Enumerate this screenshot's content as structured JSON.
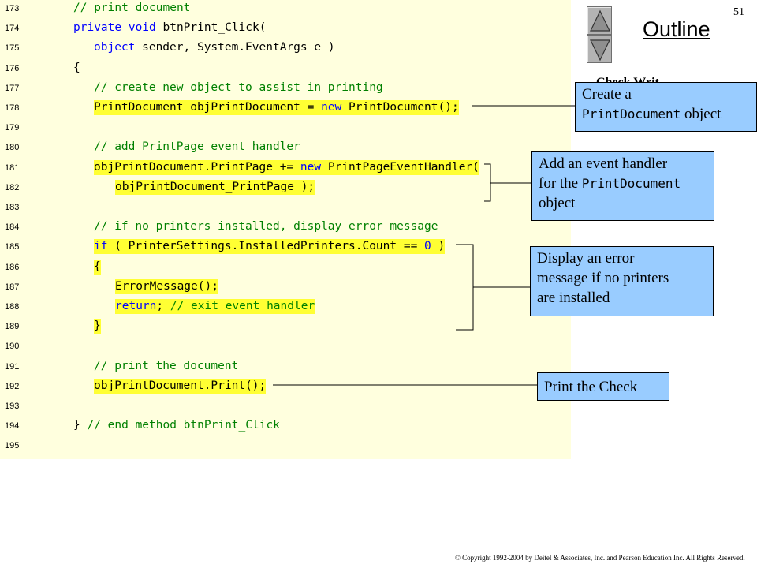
{
  "slide": {
    "page_number": "51",
    "outline_title": "Outline",
    "partial_hidden_text": "Check Writ",
    "copyright": "© Copyright 1992-2004 by Deitel & Associates, Inc. and Pearson Education Inc. All Rights Reserved.",
    "colors": {
      "code_background": "#ffffde",
      "highlight": "#ffff33",
      "callout_fill": "#99ccff",
      "keyword": "#0000ff",
      "comment": "#008000"
    }
  },
  "navigation": {
    "up_icon": "triangle-up-icon",
    "down_icon": "triangle-down-icon"
  },
  "code_lines": [
    {
      "number": "173",
      "segments": [
        {
          "text": "// print document",
          "kind": "comment"
        }
      ]
    },
    {
      "number": "174",
      "segments": [
        {
          "text": "private void",
          "kind": "keyword"
        },
        {
          "text": " btnPrint_Click(",
          "kind": "plain"
        }
      ]
    },
    {
      "number": "175",
      "segments": [
        {
          "text": "object",
          "kind": "keyword"
        },
        {
          "text": " sender, System.EventArgs e )",
          "kind": "plain"
        }
      ]
    },
    {
      "number": "176",
      "segments": [
        {
          "text": "{",
          "kind": "plain"
        }
      ]
    },
    {
      "number": "177",
      "segments": [
        {
          "text": "// create new object to assist in printing",
          "kind": "comment"
        }
      ]
    },
    {
      "number": "178",
      "segments": [
        {
          "text": "PrintDocument objPrintDocument = ",
          "kind": "plain"
        },
        {
          "text": "new",
          "kind": "keyword"
        },
        {
          "text": " PrintDocument();",
          "kind": "plain"
        }
      ]
    },
    {
      "number": "179",
      "segments": []
    },
    {
      "number": "180",
      "segments": [
        {
          "text": "// add PrintPage event handler",
          "kind": "comment"
        }
      ]
    },
    {
      "number": "181",
      "segments": [
        {
          "text": "objPrintDocument.PrintPage += ",
          "kind": "plain"
        },
        {
          "text": "new",
          "kind": "keyword"
        },
        {
          "text": " PrintPageEventHandler(",
          "kind": "plain"
        }
      ]
    },
    {
      "number": "182",
      "segments": [
        {
          "text": "objPrintDocument_PrintPage );",
          "kind": "plain"
        }
      ]
    },
    {
      "number": "183",
      "segments": []
    },
    {
      "number": "184",
      "segments": [
        {
          "text": "// if no printers installed, display error message",
          "kind": "comment"
        }
      ]
    },
    {
      "number": "185",
      "segments": [
        {
          "text": "if",
          "kind": "keyword"
        },
        {
          "text": " ( PrinterSettings.InstalledPrinters.Count == ",
          "kind": "plain"
        },
        {
          "text": "0",
          "kind": "keyword"
        },
        {
          "text": " )",
          "kind": "plain"
        }
      ]
    },
    {
      "number": "186",
      "segments": [
        {
          "text": "{",
          "kind": "plain"
        }
      ]
    },
    {
      "number": "187",
      "segments": [
        {
          "text": "ErrorMessage();",
          "kind": "plain"
        }
      ]
    },
    {
      "number": "188",
      "segments": [
        {
          "text": "return",
          "kind": "keyword"
        },
        {
          "text": "; ",
          "kind": "plain"
        },
        {
          "text": "// exit event handler",
          "kind": "comment"
        }
      ]
    },
    {
      "number": "189",
      "segments": [
        {
          "text": "}",
          "kind": "plain"
        }
      ]
    },
    {
      "number": "190",
      "segments": []
    },
    {
      "number": "191",
      "segments": [
        {
          "text": "// print the document",
          "kind": "comment"
        }
      ]
    },
    {
      "number": "192",
      "segments": [
        {
          "text": "objPrintDocument.Print();",
          "kind": "plain"
        }
      ]
    },
    {
      "number": "193",
      "segments": []
    },
    {
      "number": "194",
      "segments": [
        {
          "text": "} ",
          "kind": "plain"
        },
        {
          "text": "// end method btnPrint_Click",
          "kind": "comment"
        }
      ]
    },
    {
      "number": "195",
      "segments": []
    }
  ],
  "callouts": {
    "create": {
      "line1": "Create a",
      "mono": "PrintDocument",
      "rest": " object"
    },
    "handler": {
      "line1": "Add an event handler",
      "prefix": "for the ",
      "mono": "PrintDocument",
      "line3": "object"
    },
    "error": {
      "line1": "Display an error",
      "line2": "message  if no printers",
      "line3": "are installed"
    },
    "print": {
      "text": "Print the Check"
    }
  }
}
